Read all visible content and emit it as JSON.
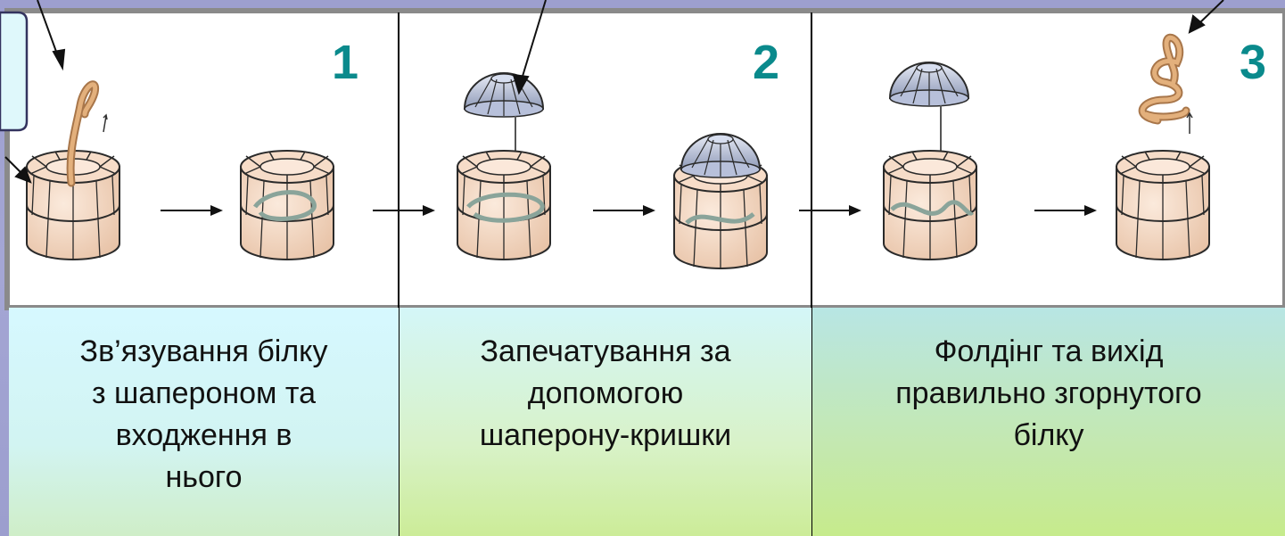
{
  "steps": [
    {
      "number": "1",
      "caption": "Зв’язування білку\nз шапероном та\nвходження в\nнього"
    },
    {
      "number": "2",
      "caption": "Запечатування за\nдопомогою\nшаперону-кришки"
    },
    {
      "number": "3",
      "caption": "Фолдінг та вихід\nправильно згорнутого\nбілку"
    }
  ],
  "colors": {
    "background": "#9d9fcf",
    "step_number": "#0a8a8c",
    "barrel": "#f3d6c0",
    "barrel_outline": "#2a2a2a",
    "cap": "#c7cfe4",
    "protein": "#d9a06a",
    "caption_panel_1": "#d4f4f4",
    "caption_panel_2": "#d8f2c8",
    "caption_panel_3": "#c4e8b0"
  },
  "icons": [
    "chaperonin-barrel-icon",
    "chaperonin-cap-icon",
    "protein-chain-icon",
    "arrow-right-icon",
    "pointer-arrow-icon"
  ]
}
